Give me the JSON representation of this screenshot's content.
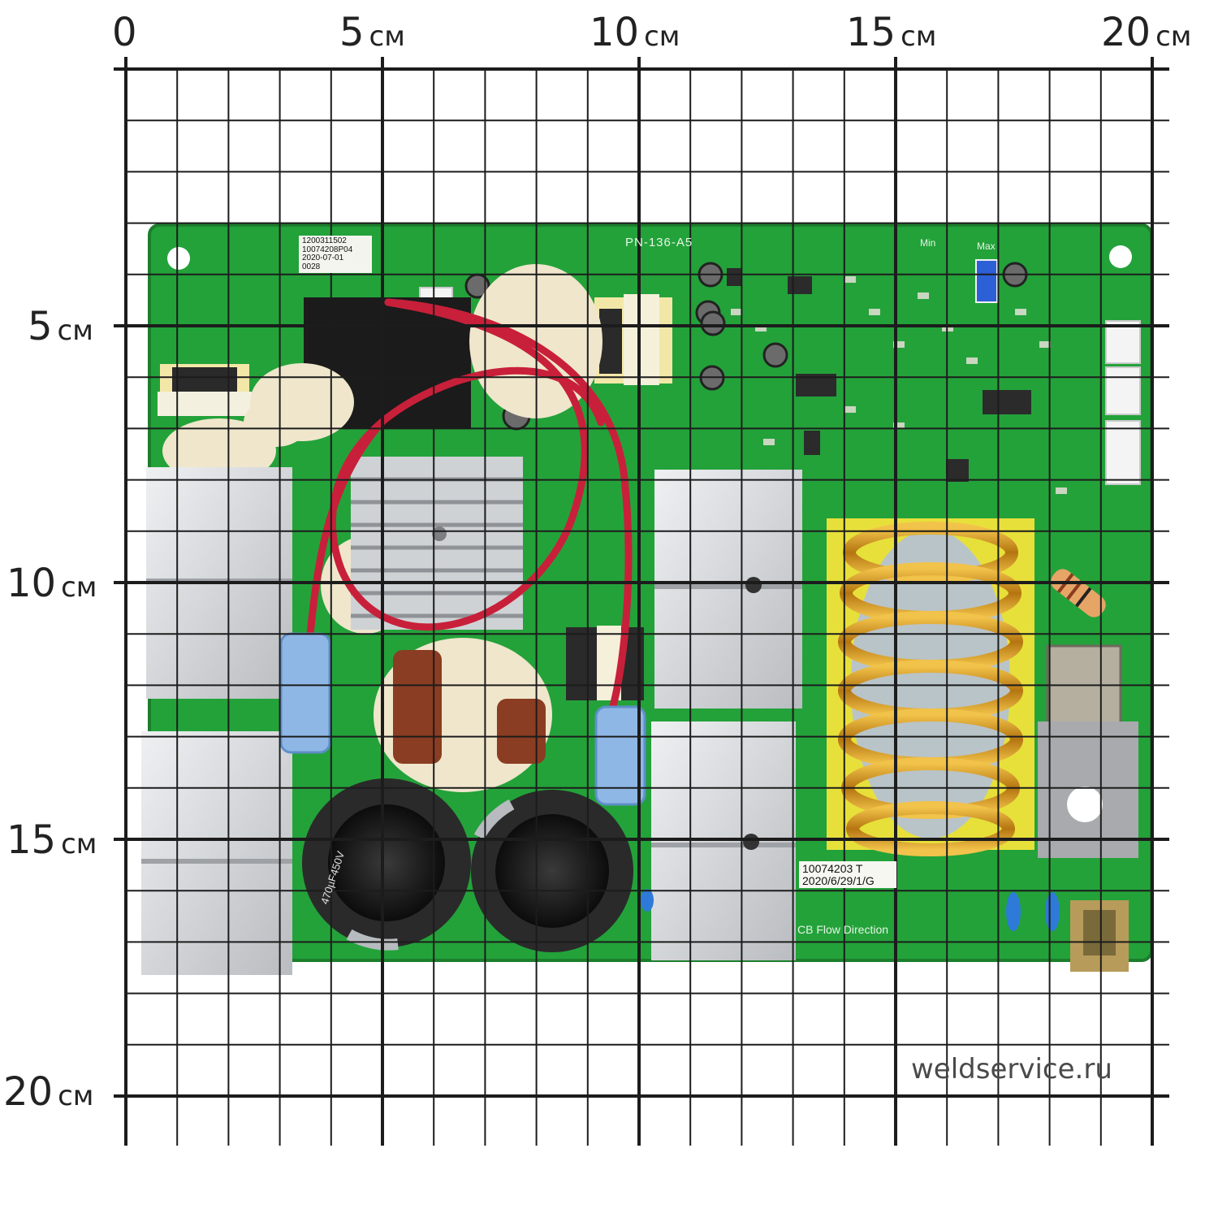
{
  "ruler": {
    "top": [
      {
        "num": "0",
        "unit": ""
      },
      {
        "num": "5",
        "unit": "см"
      },
      {
        "num": "10",
        "unit": "см"
      },
      {
        "num": "15",
        "unit": "см"
      },
      {
        "num": "20",
        "unit": "см"
      }
    ],
    "left": [
      {
        "num": "5",
        "unit": "см"
      },
      {
        "num": "10",
        "unit": "см"
      },
      {
        "num": "15",
        "unit": "см"
      },
      {
        "num": "20",
        "unit": "см"
      }
    ]
  },
  "board": {
    "model_silk": "PN-136-A5",
    "label_top": [
      "1200311502",
      "10074208P04",
      "2020-07-01",
      "0028"
    ],
    "label_bottom": [
      "10074203 T",
      "2020/6/29/1/G"
    ],
    "flow_text": "CB Flow Direction",
    "capacitor_text": "470µF450V",
    "min_text": "Min",
    "max_text": "Max"
  },
  "watermark": "weldservice.ru",
  "colors": {
    "grid": "#1c1c1c",
    "pcb": "#23a23a",
    "heatsink": "#d7d9dc",
    "wire": "#c8203a",
    "coil": "#c88a18"
  }
}
